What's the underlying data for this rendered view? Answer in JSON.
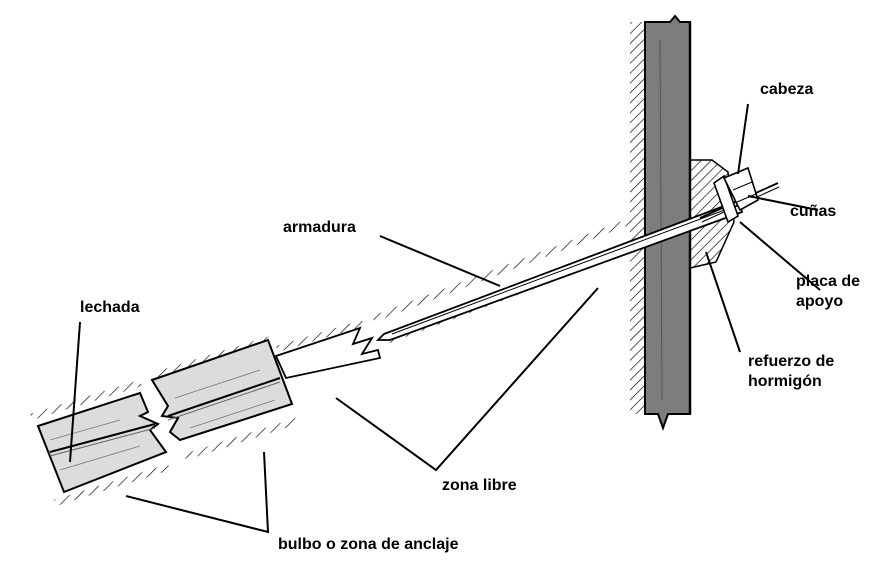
{
  "labels": {
    "cabeza": "cabeza",
    "cunas": "cuñas",
    "armadura": "armadura",
    "placa_l1": "placa de",
    "placa_l2": "apoyo",
    "lechada": "lechada",
    "refuerzo_l1": "refuerzo de",
    "refuerzo_l2": "hormigón",
    "zona_libre": "zona libre",
    "bulbo": "bulbo o zona de anclaje"
  },
  "colors": {
    "wall": "#7d7d80",
    "bulb": "#dcdcdc",
    "line": "#000000",
    "tube": "#ffffff"
  }
}
